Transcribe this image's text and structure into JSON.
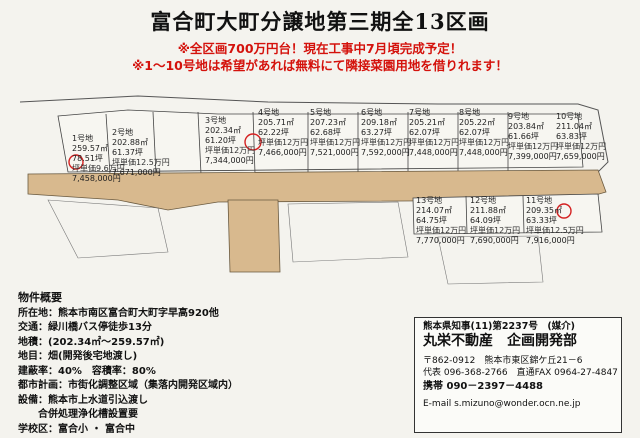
{
  "title": "富合町大町分譲地第三期全13区画",
  "notes": [
    "※全区画700万円台！現在工事中7月頃完成予定！",
    "※1～10号地は希望があれば無料にて隣接菜園用地を借りれます！"
  ],
  "lots": [
    {
      "no": "1号地",
      "area": "259.57㎡",
      "tsubo": "78.51坪",
      "unit": "坪単価9.6万円",
      "price": "7,458,000円"
    },
    {
      "no": "2号地",
      "area": "202.88㎡",
      "tsubo": "61.37坪",
      "unit": "坪単価12.5万円",
      "price": "7,671,000円"
    },
    {
      "no": "3号地",
      "area": "202.34㎡",
      "tsubo": "61.20坪",
      "unit": "坪単価12万円",
      "price": "7,344,000円"
    },
    {
      "no": "4号地",
      "area": "205.71㎡",
      "tsubo": "62.22坪",
      "unit": "坪単価12万円",
      "price": "7,466,000円"
    },
    {
      "no": "5号地",
      "area": "207.23㎡",
      "tsubo": "62.68坪",
      "unit": "坪単価12万円",
      "price": "7,521,000円"
    },
    {
      "no": "6号地",
      "area": "209.18㎡",
      "tsubo": "63.27坪",
      "unit": "坪単価12万円",
      "price": "7,592,000円"
    },
    {
      "no": "7号地",
      "area": "205.21㎡",
      "tsubo": "62.07坪",
      "unit": "坪単価12万円",
      "price": "7,448,000円"
    },
    {
      "no": "8号地",
      "area": "205.22㎡",
      "tsubo": "62.07坪",
      "unit": "坪単価12万円",
      "price": "7,448,000円"
    },
    {
      "no": "9号地",
      "area": "203.84㎡",
      "tsubo": "61.66坪",
      "unit": "坪単価12万円",
      "price": "7,399,000円"
    },
    {
      "no": "10号地",
      "area": "211.04㎡",
      "tsubo": "63.83坪",
      "unit": "坪単価12万円",
      "price": "7,659,000円"
    },
    {
      "no": "11号地",
      "area": "209.35㎡",
      "tsubo": "63.33坪",
      "unit": "坪単価12.5万円",
      "price": "7,916,000円"
    },
    {
      "no": "12号地",
      "area": "211.88㎡",
      "tsubo": "64.09坪",
      "unit": "坪単価12万円",
      "price": "7,690,000円"
    },
    {
      "no": "13号地",
      "area": "214.07㎡",
      "tsubo": "64.75坪",
      "unit": "坪単価12万円",
      "price": "7,770,000円"
    }
  ],
  "overview": {
    "heading": "物件概要",
    "rows": [
      {
        "k": "所在地：",
        "v": "熊本市南区富合町大町字早高920他"
      },
      {
        "k": "交通：",
        "v": "緑川橋バス停徒歩13分"
      },
      {
        "k": "地積：",
        "v": "(202.34㎡～259.57㎡)"
      },
      {
        "k": "地目：",
        "v": "畑(開発後宅地渡し)"
      },
      {
        "k": "建蔽率：",
        "v": "40%　容積率：80%"
      },
      {
        "k": "都市計画：",
        "v": "市街化調整区域（集落内開発区域内）"
      },
      {
        "k": "設備：",
        "v": "熊本市上水道引込渡し"
      },
      {
        "k": "",
        "v": "　　合併処理浄化槽設置要"
      },
      {
        "k": "学校区：",
        "v": "富合小 ・ 富合中"
      }
    ]
  },
  "contact": {
    "license": "熊本県知事(11)第2237号　(媒介)",
    "company": "丸栄不動産　企画開発部",
    "address": "〒862-0912　熊本市東区錦ケ丘21－6",
    "phone": "代表 096-368-2766　直通FAX 0964-27-4847",
    "mobile": "携帯 090－2397－4488",
    "email": "E-mail  s.mizuno@wonder.ocn.ne.jp"
  },
  "colors": {
    "notes": "#d4120c",
    "road": "#d8b98e",
    "sold_mark": "#d42020"
  }
}
